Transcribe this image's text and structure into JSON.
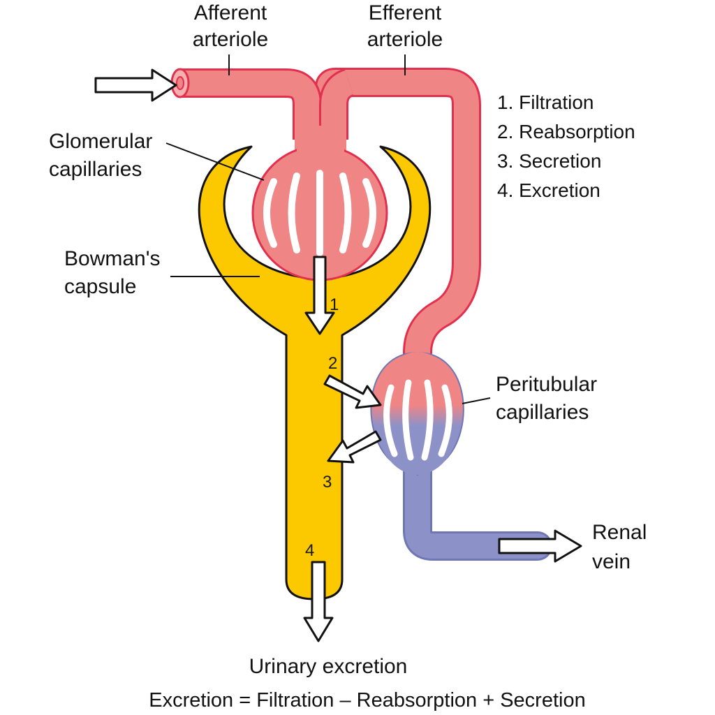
{
  "labels": {
    "afferent_line1": "Afferent",
    "afferent_line2": "arteriole",
    "efferent_line1": "Efferent",
    "efferent_line2": "arteriole",
    "glomerular_line1": "Glomerular",
    "glomerular_line2": "capillaries",
    "bowman_line1": "Bowman's",
    "bowman_line2": "capsule",
    "peritubular_line1": "Peritubular",
    "peritubular_line2": "capillaries",
    "renal_line1": "Renal",
    "renal_line2": "vein",
    "urinary": "Urinary excretion"
  },
  "steps": [
    "1. Filtration",
    "2. Reabsorption",
    "3. Secretion",
    "4. Excretion"
  ],
  "markers": [
    "1",
    "2",
    "3",
    "4"
  ],
  "formula": "Excretion = Filtration – Reabsorption + Secretion",
  "colors": {
    "arterial": "#f08585",
    "arterial_outline": "#e0304e",
    "venous": "#8c92c8",
    "capsule": "#fcc800",
    "outline": "#111111"
  }
}
